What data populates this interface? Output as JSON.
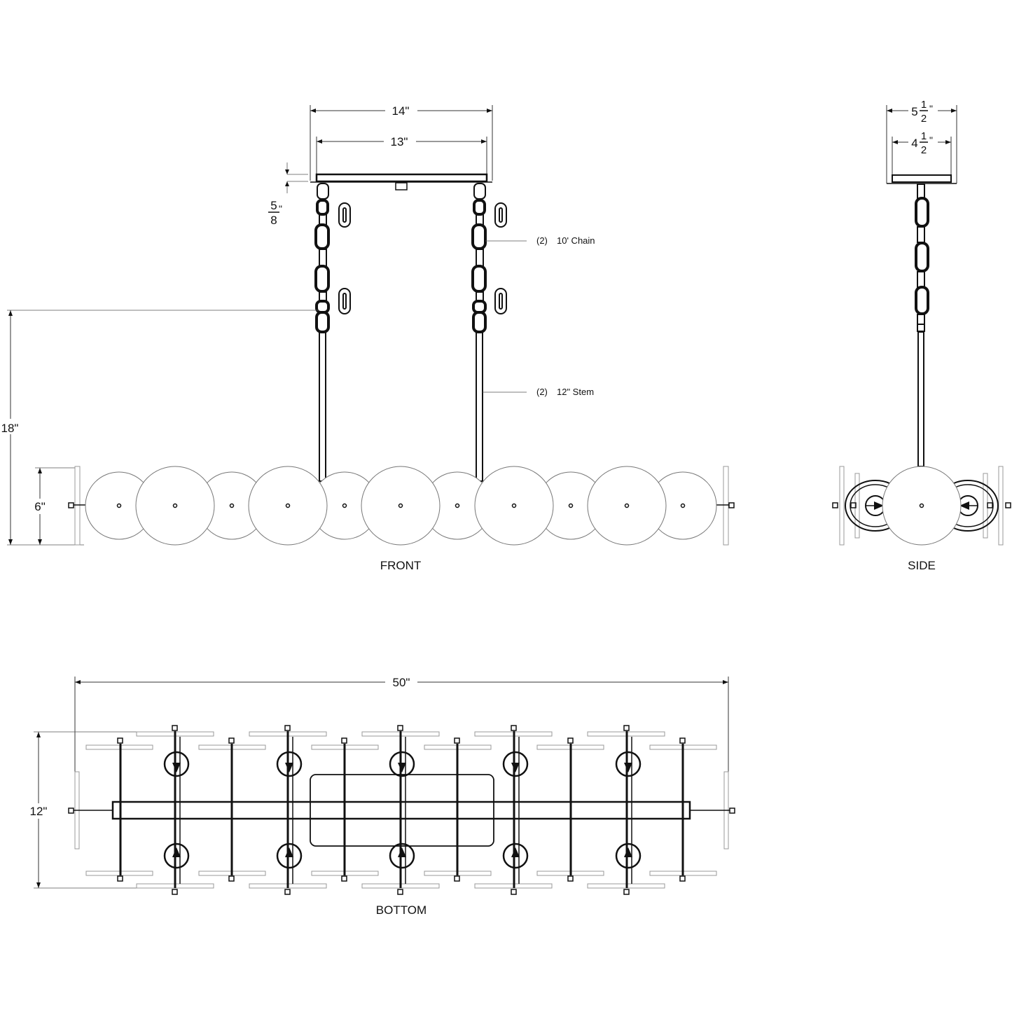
{
  "views": {
    "front": "FRONT",
    "side": "SIDE",
    "bottom": "BOTTOM"
  },
  "dimensions": {
    "canopy_outer": "14\"",
    "canopy_inner": "13\"",
    "canopy_height_num": "5",
    "canopy_height_den": "8",
    "canopy_height_unit": "\"",
    "overall_drop": "18\"",
    "fixture_height": "6\"",
    "side_outer_whole": "5",
    "side_outer_num": "1",
    "side_outer_den": "2",
    "side_outer_unit": "\"",
    "side_inner_whole": "4",
    "side_inner_num": "1",
    "side_inner_den": "2",
    "side_inner_unit": "\"",
    "overall_length": "50\"",
    "overall_depth": "12\""
  },
  "callouts": {
    "chain_qty": "(2)",
    "chain_label": "10' Chain",
    "stem_qty": "(2)",
    "stem_label": "12\" Stem"
  }
}
